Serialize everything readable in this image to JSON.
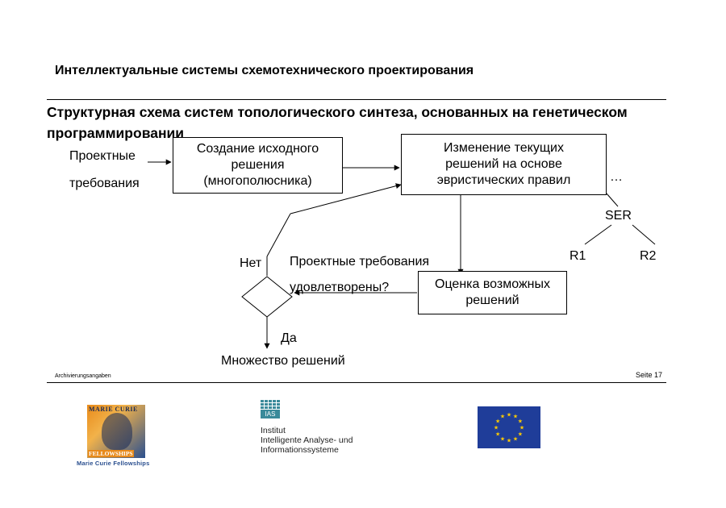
{
  "header": {
    "title": "Интеллектуальные системы схемотехнического проектирования"
  },
  "slide": {
    "title": "Структурная схема систем топологического синтеза, основанных на генетическом программировании"
  },
  "diagram": {
    "input_label_line1": "Проектные",
    "input_label_line2": "требования",
    "box_create": [
      "Создание исходного",
      "решения",
      "(многополюсника)"
    ],
    "box_change": [
      "Изменение текущих",
      "решений на основе",
      "эвристических правил"
    ],
    "ellipsis": "…",
    "ser": "SER",
    "r1": "R1",
    "r2": "R2",
    "no_label": "Нет",
    "decision_line1": "Проектные требования",
    "decision_line2": "удовлетворены?",
    "box_eval": [
      "Оценка возможных",
      "решений"
    ],
    "yes_label": "Да",
    "result_label": "Множество решений"
  },
  "footer": {
    "left_note": "Archivierungsangaben",
    "page": "Seite 17",
    "institute_lines": [
      "Institut",
      "Intelligente Analyse- und",
      "Informationssysteme"
    ],
    "ias_logo": "IAS",
    "mc_logo_top": "MARIE CURIE",
    "mc_logo_bottom": "FELLOWSHIPS",
    "mc_caption": "Marie Curie Fellowships"
  },
  "colors": {
    "eu_blue": "#1f3d99",
    "eu_star": "#ffcc00",
    "mc_orange": "#e88a1a",
    "mc_blue": "#2a4f8f",
    "ias_teal": "#3a8a9a"
  }
}
